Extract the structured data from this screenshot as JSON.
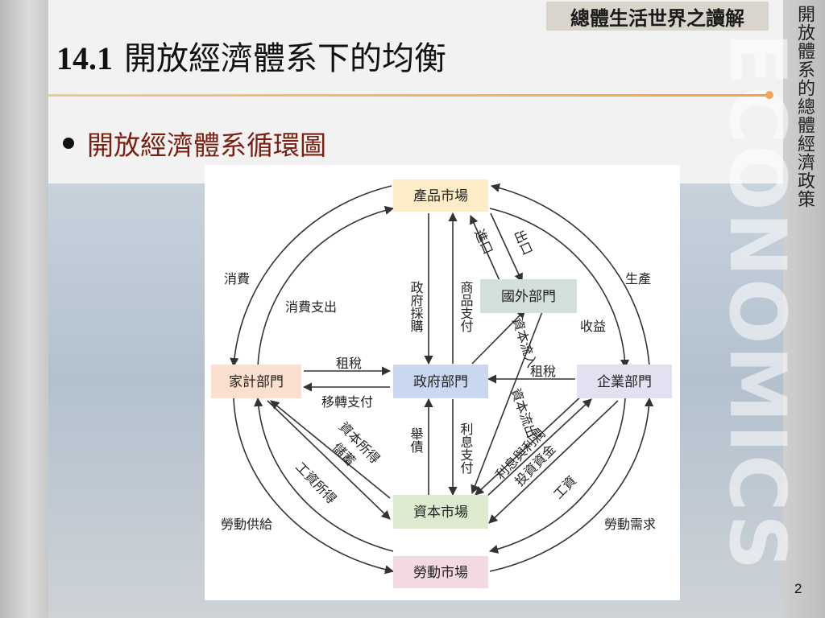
{
  "header": {
    "brand": "總體生活世界之讀解",
    "vertical_title": "開放體系的總體經濟政策",
    "section_number": "14.1",
    "title": "開放經濟體系下的均衡",
    "watermark": "ECONOMICS"
  },
  "bullet": {
    "text": "開放經濟體系循環圖"
  },
  "diagram": {
    "nodes": {
      "product_market": "產品市場",
      "foreign_sector": "國外部門",
      "household": "家計部門",
      "government": "政府部門",
      "firm": "企業部門",
      "capital_market": "資本市場",
      "labor_market": "勞動市場"
    },
    "labels": {
      "consumption": "消費",
      "consumption_spending": "消費支出",
      "production": "生產",
      "revenue": "收益",
      "gov_purchase": "政府採購",
      "goods_payment": "商品支付",
      "imports": "進口",
      "exports": "出口",
      "capital_inflow": "資本流入",
      "tax_household": "租稅",
      "transfer_payment": "移轉支付",
      "tax_firm": "租稅",
      "capital_outflow": "資本流出",
      "interest_profit": "利息與利潤",
      "investment_funds": "投資資金",
      "capital_income": "資本所得",
      "savings": "儲蓄",
      "borrowing": "舉債",
      "interest_payment": "利息支付",
      "wage_income": "工資所得",
      "wages": "工資",
      "labor_supply": "勞動供給",
      "labor_demand": "勞動需求"
    }
  },
  "colors": {
    "product_market": "#fdecc7",
    "foreign_sector": "#d3e0d9",
    "household": "#fbe0cf",
    "government": "#c9d8f0",
    "firm": "#e1e1f1",
    "capital_market": "#dcebcf",
    "labor_market": "#f3d9e2"
  },
  "page": {
    "number": "2"
  }
}
